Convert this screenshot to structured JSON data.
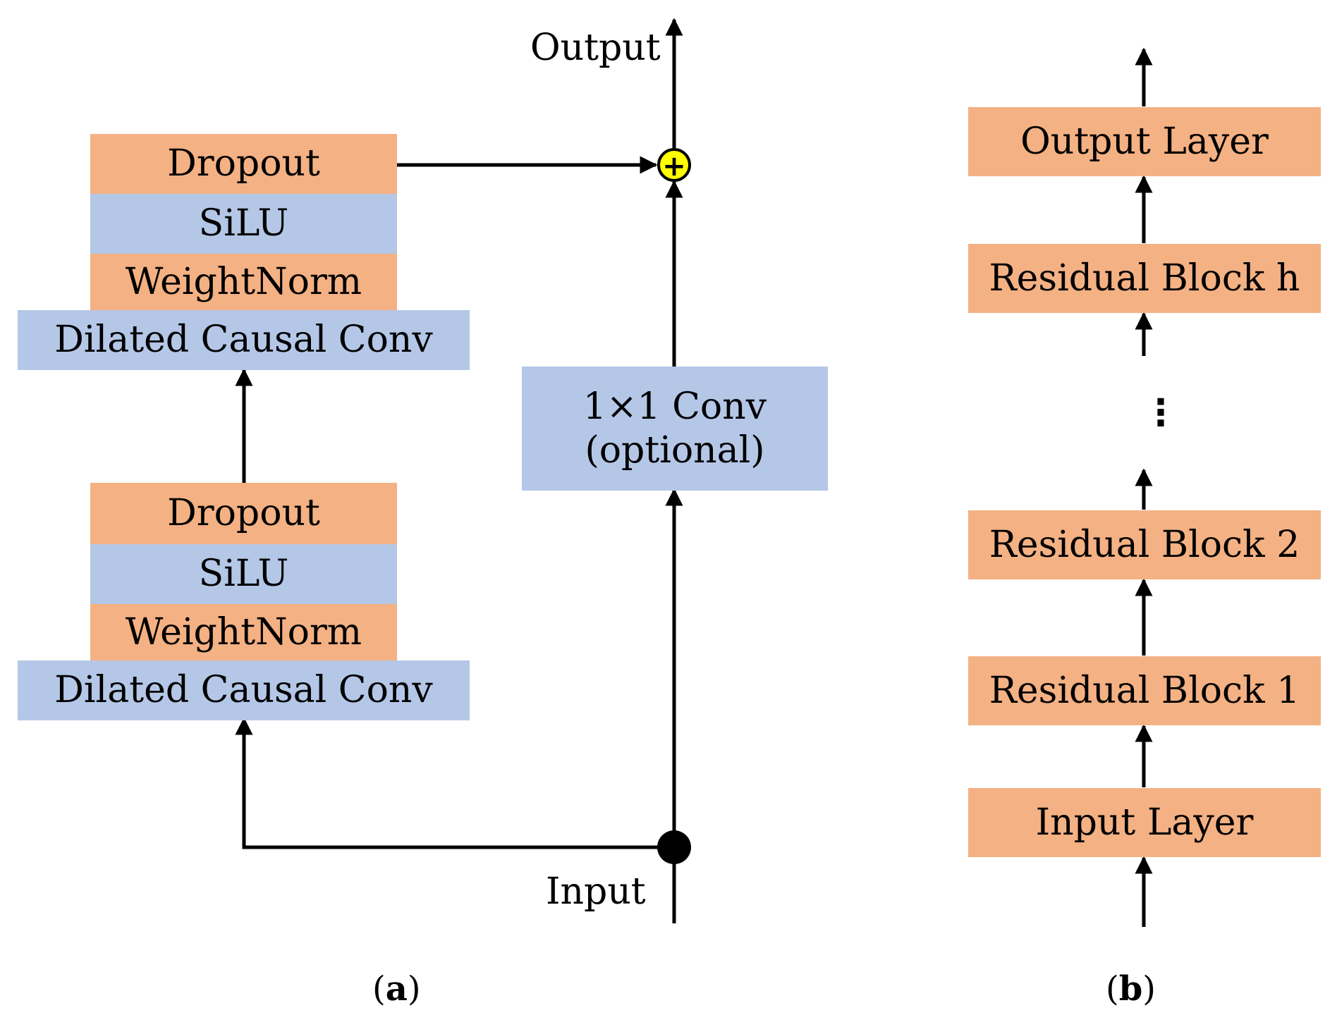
{
  "panel_a": {
    "upper_block": {
      "dropout": "Dropout",
      "silu": "SiLU",
      "weightnorm": "WeightNorm",
      "conv": "Dilated Causal Conv"
    },
    "lower_block": {
      "dropout": "Dropout",
      "silu": "SiLU",
      "weightnorm": "WeightNorm",
      "conv": "Dilated Causal Conv"
    },
    "skip_conv_line1": "1×1 Conv",
    "skip_conv_line2": "(optional)",
    "output_label": "Output",
    "input_label": "Input",
    "add_symbol": "+",
    "caption_open": "(",
    "caption_letter": "a",
    "caption_close": ")"
  },
  "panel_b": {
    "output_layer": "Output Layer",
    "residual_h": "Residual Block h",
    "ellipsis": "⋮",
    "residual_2": "Residual Block 2",
    "residual_1": "Residual Block 1",
    "input_layer": "Input Layer",
    "caption_open": "(",
    "caption_letter": "b",
    "caption_close": ")"
  },
  "colors": {
    "orange": "#f4b183",
    "blue": "#b4c7e7",
    "adder": "#ffff00"
  }
}
